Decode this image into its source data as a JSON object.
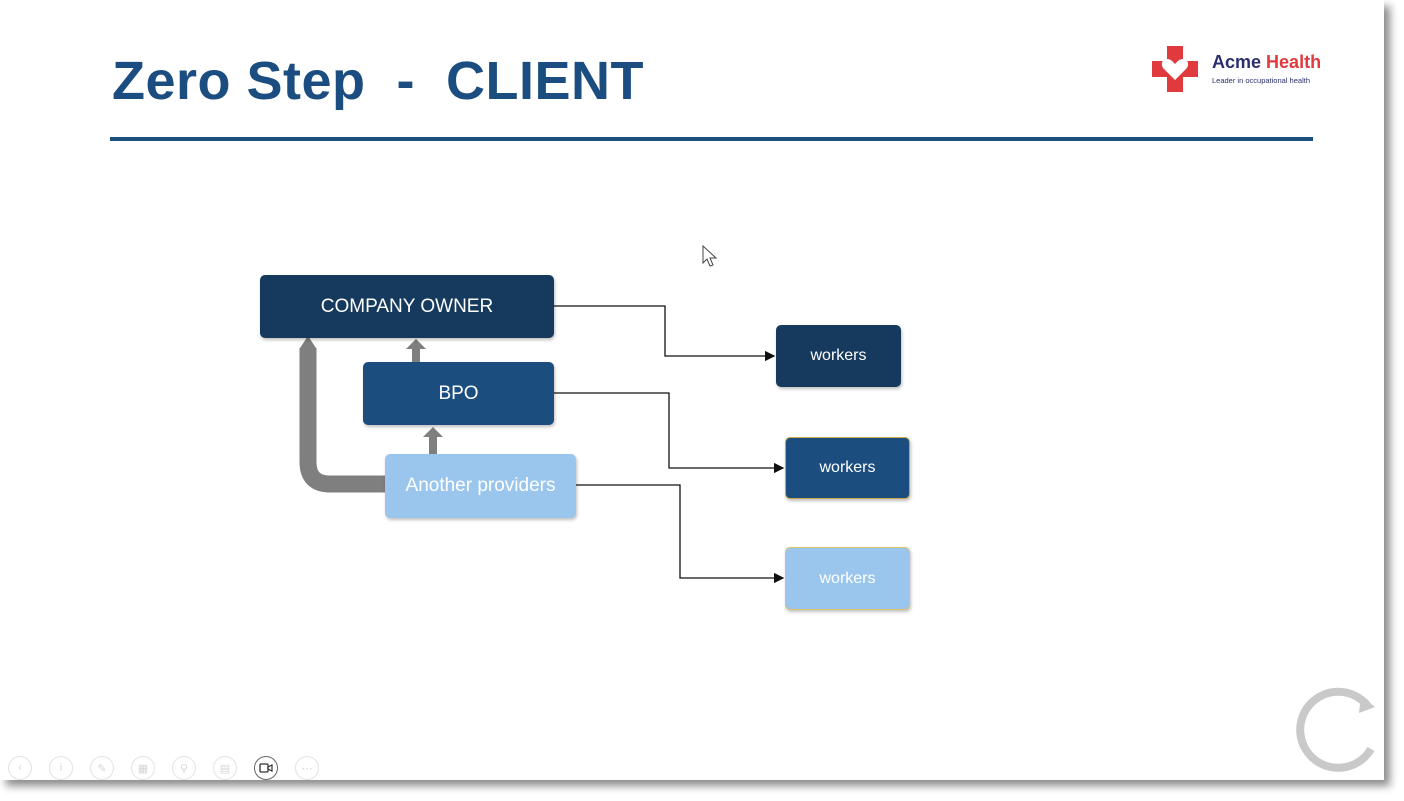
{
  "slide": {
    "title": "Zero Step  -  CLIENT"
  },
  "logo": {
    "name_part1": "Acme",
    "name_part2": "Health",
    "tagline": "Leader in occupational health"
  },
  "diagram": {
    "company_owner": "COMPANY OWNER",
    "bpo": "BPO",
    "another_providers": "Another providers",
    "workers_1": "workers",
    "workers_2": "workers",
    "workers_3": "workers"
  },
  "toolbar": {
    "items": [
      "previous-icon",
      "info-icon",
      "pen-icon",
      "slides-icon",
      "zoom-icon",
      "subtitles-icon",
      "camera-icon",
      "more-icon"
    ]
  },
  "colors": {
    "title": "#1b4d80",
    "dark_navy": "#163a5e",
    "navy": "#1b4e7f",
    "light_blue": "#9ac6ee",
    "brand_red": "#e03a3e"
  }
}
